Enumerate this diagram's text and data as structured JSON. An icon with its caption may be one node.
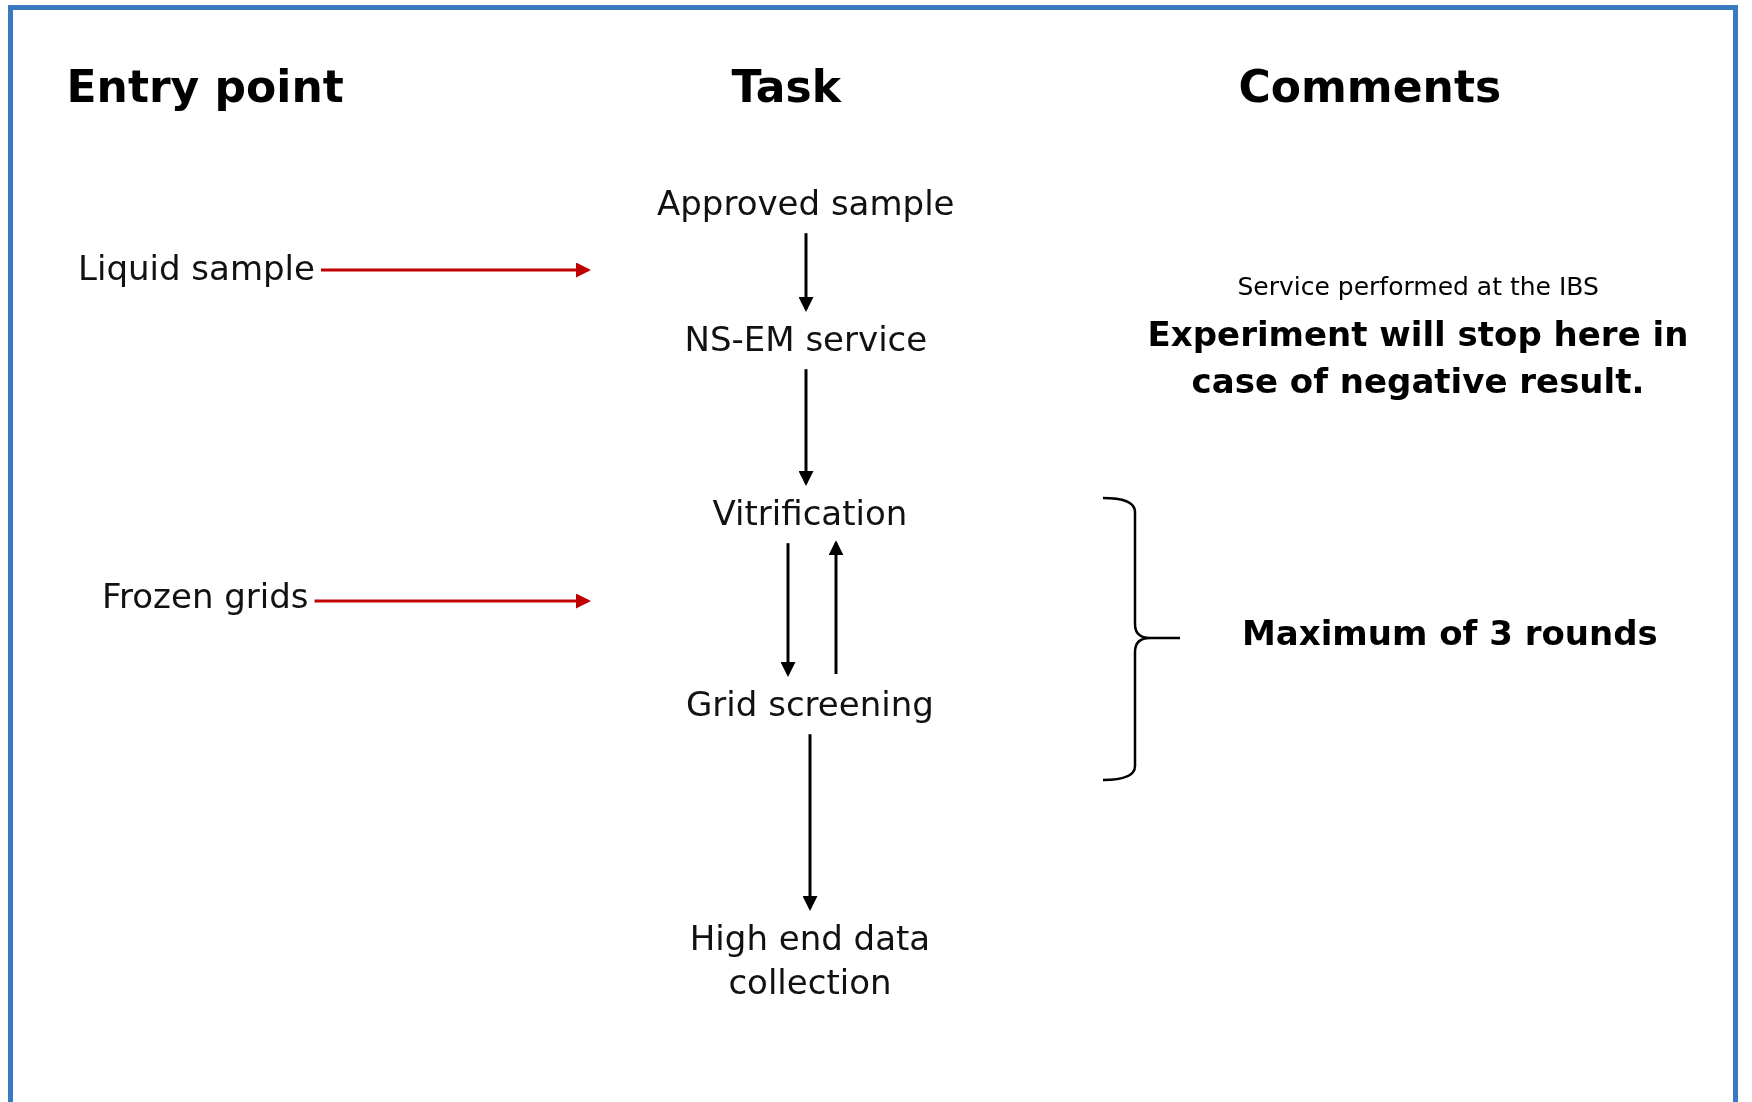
{
  "diagram": {
    "nodes": [
      {
        "text": [
          "Approved sample"
        ]
      },
      {
        "text": [
          "Liquid sample"
        ]
      },
      {
        "text": [
          "NS-EM service"
        ]
      },
      {
        "text": [
          "Vitrification"
        ]
      },
      {
        "text": [
          "Frozen grids"
        ]
      },
      {
        "text": [
          "Grid screening"
        ]
      },
      {
        "text": [
          "High end data collection"
        ]
      }
    ],
    "edges": [
      {
        "from": 1,
        "to": null,
        "arrow": "to",
        "color": "#c00000"
      },
      {
        "from": 0,
        "to": 2,
        "arrow": "to"
      },
      {
        "from": 2,
        "to": 3,
        "arrow": "to"
      },
      {
        "from": 4,
        "to": null,
        "arrow": "to",
        "color": "#c00000"
      },
      {
        "from": 3,
        "to": 5,
        "arrow": "to"
      },
      {
        "from": 5,
        "to": 3,
        "arrow": "to"
      },
      {
        "from": 5,
        "to": 6,
        "arrow": "to"
      }
    ],
    "labels": [
      "Entry point",
      "Task",
      "Comments",
      "Service performed at the IBS",
      "Experiment will stop here in case of negative result.",
      "Maximum of 3 rounds"
    ]
  }
}
